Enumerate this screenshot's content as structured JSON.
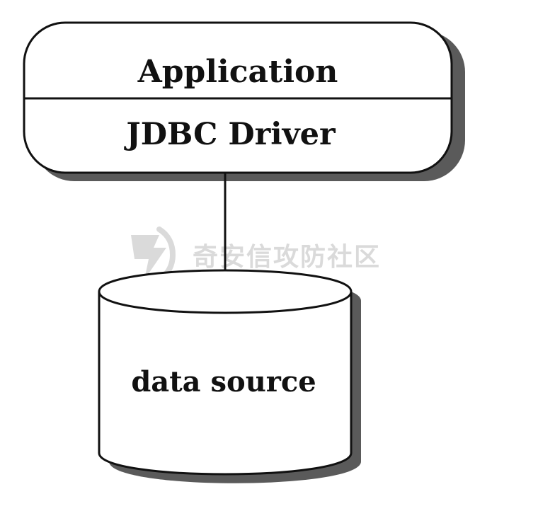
{
  "diagram": {
    "top_box": {
      "title": "Application",
      "subtitle": "JDBC Driver"
    },
    "database": {
      "label": "data source"
    }
  },
  "watermark": {
    "text": "奇安信攻防社区",
    "icon": "lightning-shield-icon",
    "color": "#d9d9d9"
  },
  "colors": {
    "stroke": "#111111",
    "fill": "#ffffff",
    "shadow": "#5a5a5a"
  }
}
